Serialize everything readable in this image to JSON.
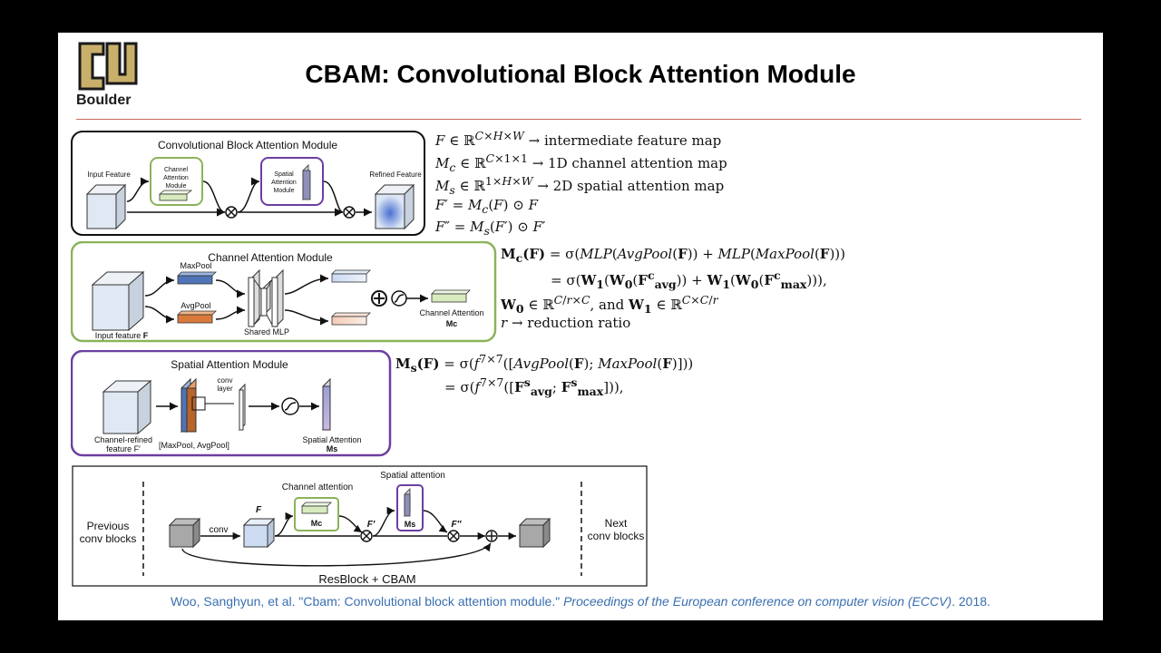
{
  "slide": {
    "title": "CBAM: Convolutional Block Attention Module",
    "logo_text": "Boulder",
    "logo_letters": "CU"
  },
  "cbam_panel": {
    "title": "Convolutional Block Attention Module",
    "input_label": "Input Feature",
    "channel_label": [
      "Channel",
      "Attention",
      "Module"
    ],
    "spatial_label": [
      "Spatial",
      "Attention",
      "Module"
    ],
    "refined_label": "Refined Feature"
  },
  "channel_panel": {
    "title": "Channel Attention Module",
    "maxpool": "MaxPool",
    "avgpool": "AvgPool",
    "input_label": "Input feature",
    "input_symbol": "F",
    "mlp_label": "Shared MLP",
    "output_label": "Channel Attention",
    "output_symbol": "Mc"
  },
  "spatial_panel": {
    "title": "Spatial Attention Module",
    "conv_label": [
      "conv",
      "layer"
    ],
    "input_label": [
      "Channel-refined",
      "feature F′"
    ],
    "pool_label": "[MaxPool, AvgPool]",
    "output_label": "Spatial Attention",
    "output_symbol": "Ms"
  },
  "resblock_panel": {
    "prev": [
      "Previous",
      "conv blocks"
    ],
    "next": [
      "Next",
      "conv blocks"
    ],
    "conv": "conv",
    "F": "F",
    "Fp": "F′",
    "Fpp": "F″",
    "channel_attention": "Channel attention",
    "spatial_attention": "Spatial attention",
    "Mc": "Mc",
    "Ms": "Ms",
    "caption": "ResBlock + CBAM"
  },
  "definitions": [
    {
      "lhs": "F ∈ ℝ",
      "sup": "C×H×W",
      "rhs": " → intermediate feature map"
    },
    {
      "lhs": "M",
      "sub": "c",
      "mid": " ∈ ℝ",
      "sup": "C×1×1",
      "rhs": " → 1D channel attention map"
    },
    {
      "lhs": "M",
      "sub": "s",
      "mid": " ∈ ℝ",
      "sup": "1×H×W",
      "rhs": " → 2D spatial attention map"
    },
    {
      "text": "F′ = M"
    },
    {
      "text": "F″ = M"
    }
  ],
  "citation": {
    "authors": "Woo, Sanghyun, et al. \"Cbam: Convolutional block attention module.\" ",
    "venue": "Proceedings of the European conference on computer vision (ECCV)",
    "year": ". 2018."
  },
  "colors": {
    "channel_green": "#8bb35a",
    "spatial_purple": "#6b3fa0",
    "maxpool_blue": "#4f74b8",
    "avgpool_orange": "#d97a3a",
    "citation_blue": "#3a6fb0",
    "rule_red": "#c86a5a"
  }
}
